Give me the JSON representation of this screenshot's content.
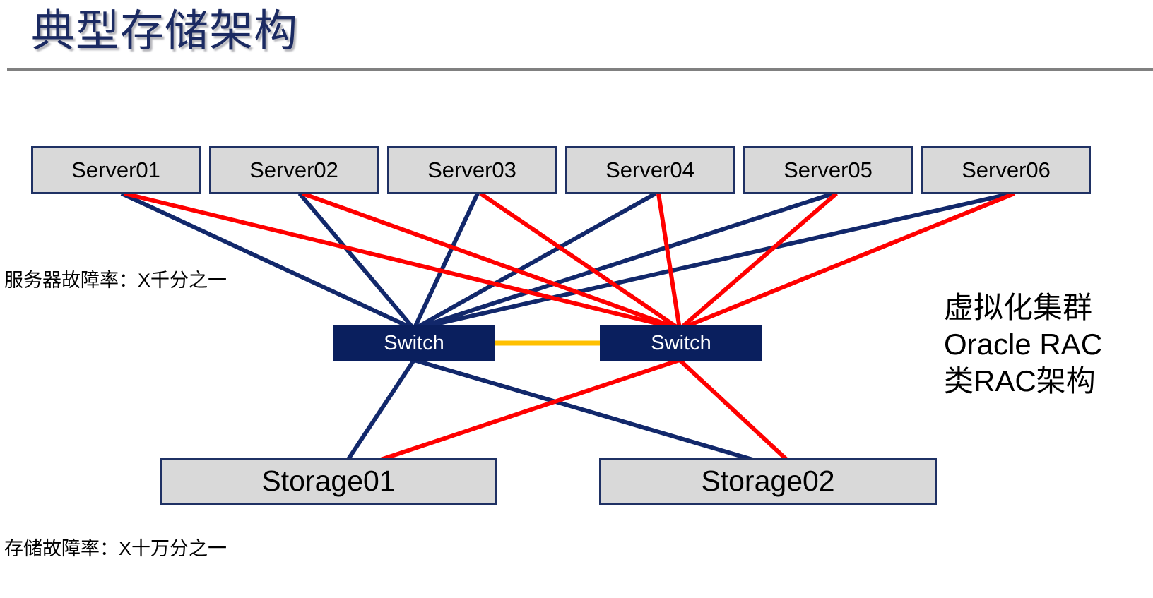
{
  "slide": {
    "title": "典型存储架构",
    "background_color": "#ffffff",
    "title_color": "#1b2a62",
    "rule_color": "#808080"
  },
  "palette": {
    "node_fill": "#d9d9d9",
    "node_border": "#1f3164",
    "switch_fill": "#0a1f5e",
    "switch_text": "#ffffff",
    "link_primary": "#12286b",
    "link_secondary": "#ff0000",
    "interconnect": "#ffc000"
  },
  "servers": [
    {
      "label": "Server01"
    },
    {
      "label": "Server02"
    },
    {
      "label": "Server03"
    },
    {
      "label": "Server04"
    },
    {
      "label": "Server05"
    },
    {
      "label": "Server06"
    }
  ],
  "switches": [
    {
      "label": "Switch"
    },
    {
      "label": "Switch"
    }
  ],
  "storages": [
    {
      "label": "Storage01"
    },
    {
      "label": "Storage02"
    }
  ],
  "annotations": {
    "server_failure_rate": "服务器故障率：X千分之一",
    "storage_failure_rate": "存储故障率：X十万分之一",
    "cluster_note": [
      "虚拟化集群",
      "Oracle RAC",
      "类RAC架构"
    ]
  }
}
